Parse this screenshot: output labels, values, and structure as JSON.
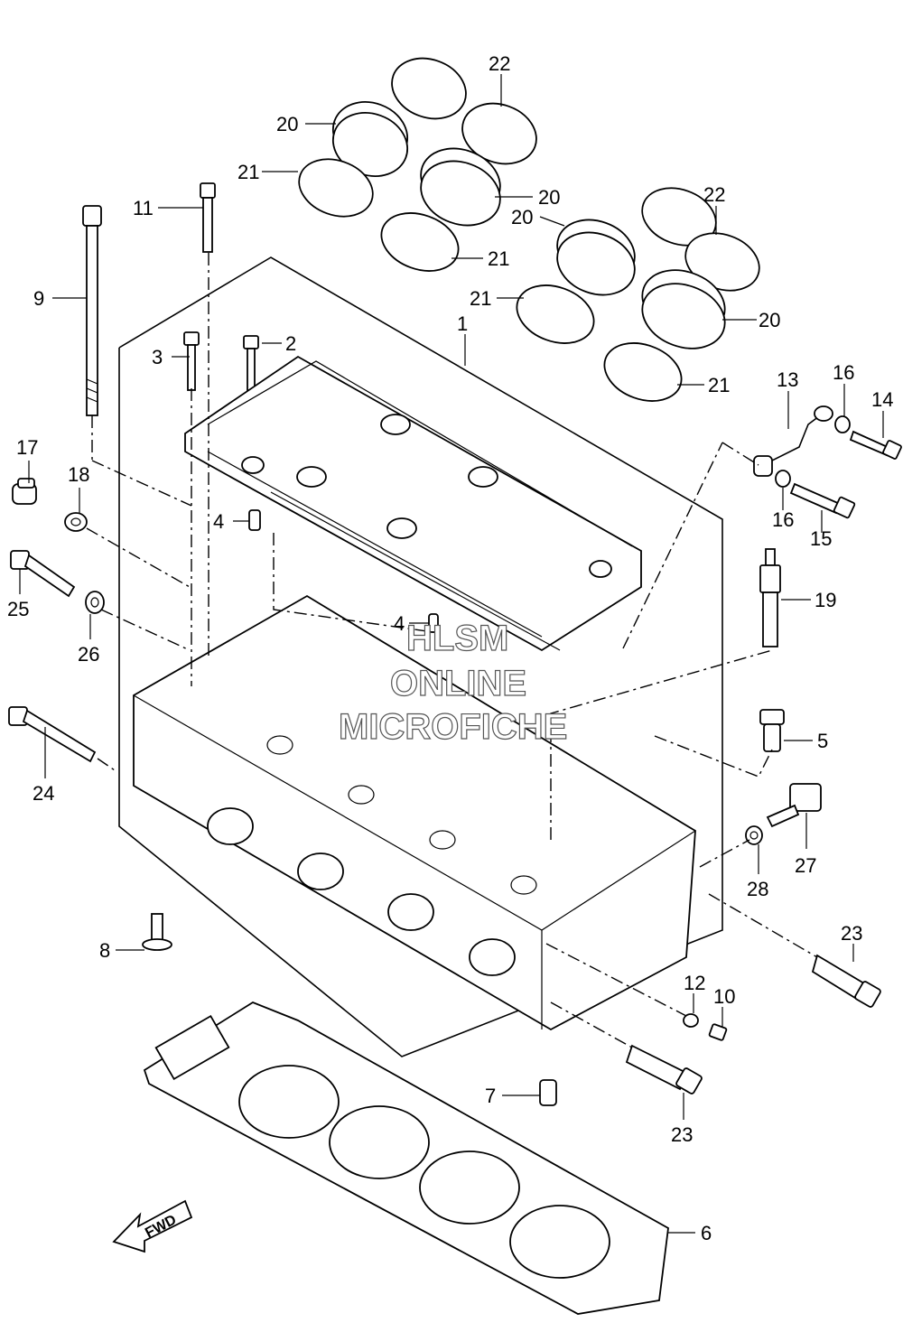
{
  "callouts": {
    "c1": "1",
    "c2": "2",
    "c3": "3",
    "c4a": "4",
    "c4b": "4",
    "c5": "5",
    "c6": "6",
    "c7": "7",
    "c8": "8",
    "c9": "9",
    "c10": "10",
    "c11": "11",
    "c12": "12",
    "c13": "13",
    "c14": "14",
    "c15": "15",
    "c16a": "16",
    "c16b": "16",
    "c17": "17",
    "c18": "18",
    "c19": "19",
    "c20a": "20",
    "c20b": "20",
    "c20c": "20",
    "c20d": "20",
    "c21a": "21",
    "c21b": "21",
    "c21c": "21",
    "c21d": "21",
    "c22a": "22",
    "c22b": "22",
    "c23a": "23",
    "c23b": "23",
    "c24": "24",
    "c25": "25",
    "c26": "26",
    "c27": "27",
    "c28": "28"
  },
  "watermark": {
    "line1": "HLSM",
    "line2": "ONLINE",
    "line3": "MICROFICHE"
  },
  "fwd_label": "FWD"
}
